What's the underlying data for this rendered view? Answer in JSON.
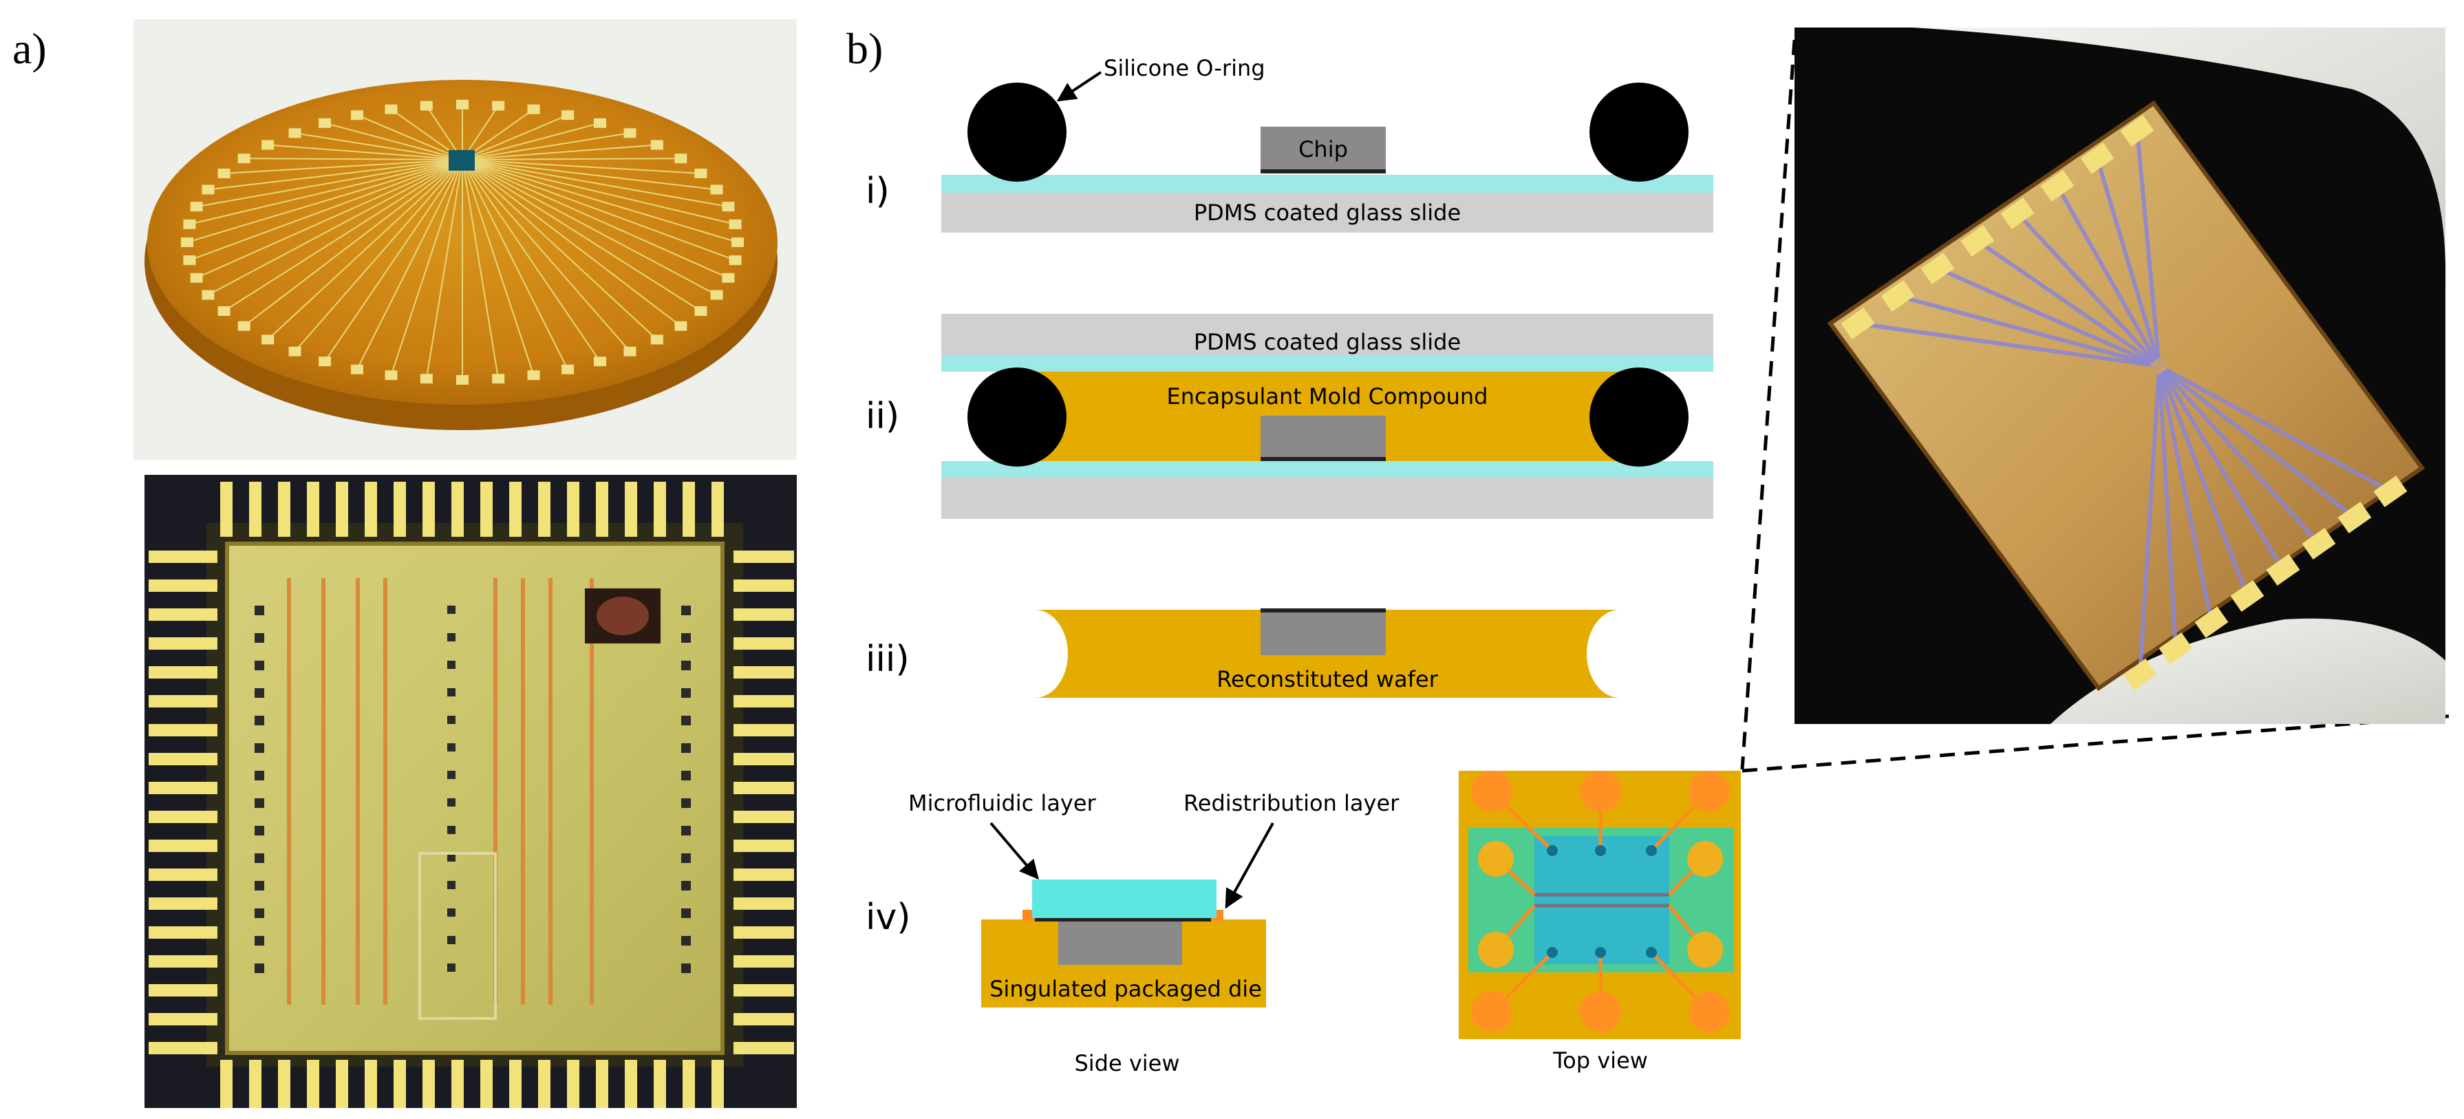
{
  "panels": {
    "a": {
      "label": "a)"
    },
    "b": {
      "label": "b)",
      "step_labels": [
        "i)",
        "ii)",
        "iii)",
        "iv)"
      ],
      "silicone_oring_label": "Silicone O-ring",
      "chip_label": "Chip",
      "pdms_slide_label": "PDMS coated glass slide",
      "encapsulant_label": "Encapsulant Mold Compound",
      "reconstituted_wafer_label": "Reconstituted wafer",
      "microfluidic_layer_label": "Microfluidic layer",
      "redistribution_layer_label": "Redistribution layer",
      "singulated_die_label": "Singulated packaged die",
      "side_view_label": "Side view",
      "top_view_label": "Top view"
    }
  },
  "colors": {
    "glass": "#d0d0d0",
    "pdms": "#9ee8e6",
    "encapsulant": "#e4ac00",
    "chip": "#8a8a8a",
    "oring": "#000000",
    "microfluidic": "#5ee6e2",
    "redistribution": "#ff8a1c",
    "topview_green": "#4fcc8f",
    "topview_blue": "#32b8c8",
    "pad_orange": "#ff9124"
  }
}
